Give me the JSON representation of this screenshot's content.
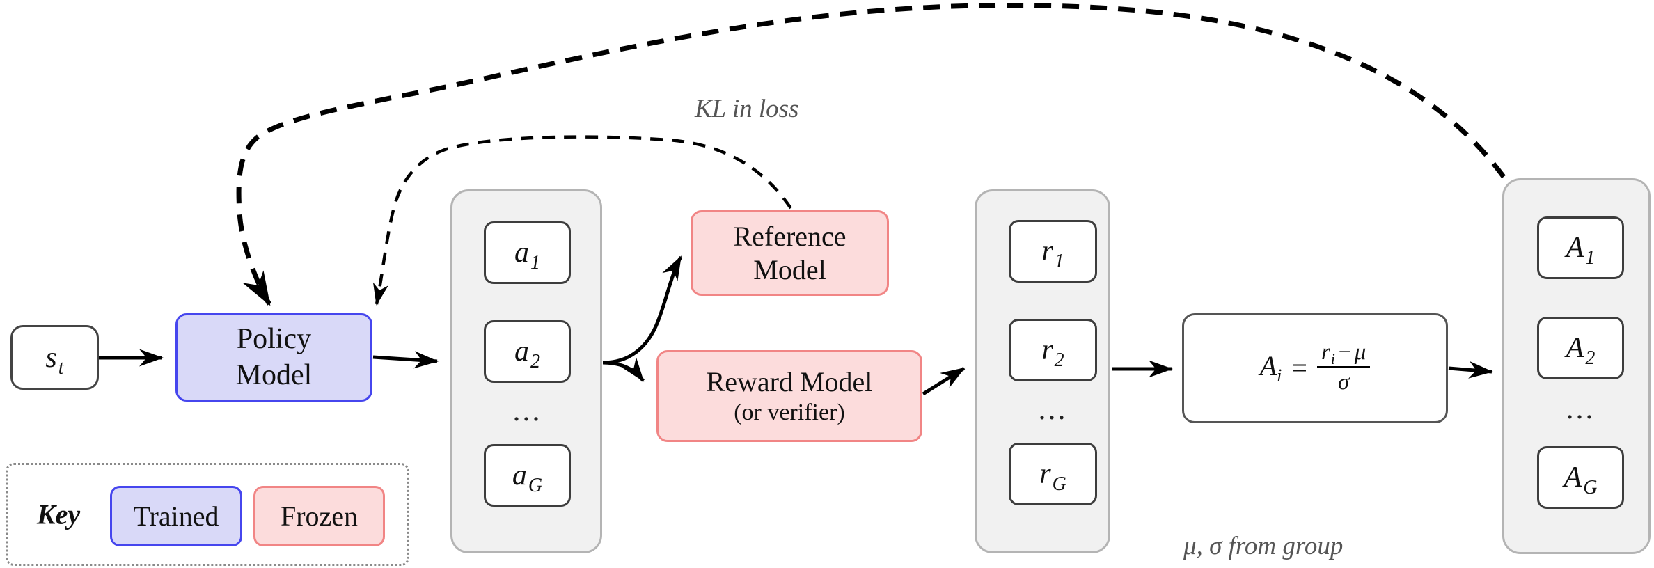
{
  "palette": {
    "bg": "#ffffff",
    "trained-fill": "#d9d9f8",
    "trained-border": "#4646ee",
    "frozen-fill": "#fcdcdc",
    "frozen-border": "#f18585",
    "group-fill": "#f1f1f1",
    "group-border": "#b4b4b4",
    "item-border": "#3d3d3d",
    "plain-border": "#444444",
    "arrow": "#000000",
    "annotation": "#555555"
  },
  "nodes": {
    "state": {
      "base": "s",
      "sub": "t"
    },
    "policy": {
      "line1": "Policy",
      "line2": "Model"
    },
    "reference": {
      "line1": "Reference",
      "line2": "Model"
    },
    "reward": {
      "line1": "Reward Model",
      "line2": "(or verifier)"
    },
    "formula": {
      "lhs": "A",
      "lhs_sub": "i",
      "equals": "=",
      "num_base": "r",
      "num_sub": "i",
      "minus": "−",
      "mu": "μ",
      "den": "σ"
    }
  },
  "groups": {
    "actions": {
      "item1": {
        "base": "a",
        "sub": "1"
      },
      "item2": {
        "base": "a",
        "sub": "2"
      },
      "ellipsis": "...",
      "itemG": {
        "base": "a",
        "sub": "G"
      }
    },
    "rewards": {
      "item1": {
        "base": "r",
        "sub": "1"
      },
      "item2": {
        "base": "r",
        "sub": "2"
      },
      "ellipsis": "...",
      "itemG": {
        "base": "r",
        "sub": "G"
      }
    },
    "advantages": {
      "item1": {
        "base": "A",
        "sub": "1"
      },
      "item2": {
        "base": "A",
        "sub": "2"
      },
      "ellipsis": "...",
      "itemG": {
        "base": "A",
        "sub": "G"
      }
    }
  },
  "annotations": {
    "kl": "KL in loss",
    "mu_sigma": "μ, σ from group"
  },
  "key": {
    "title": "Key",
    "trained": "Trained",
    "frozen": "Frozen"
  }
}
